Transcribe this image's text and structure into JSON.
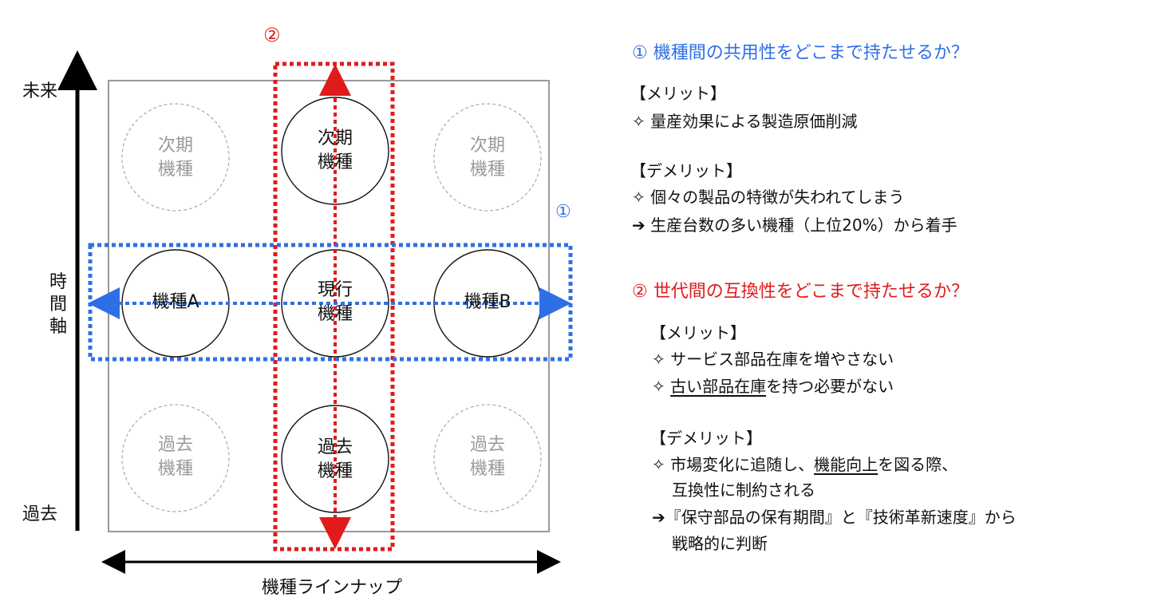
{
  "diagram": {
    "y_axis": {
      "top": "未来",
      "middle": "時間軸",
      "bottom": "過去"
    },
    "x_axis": {
      "label": "機種ラインナップ"
    },
    "markers": {
      "horizontal": "①",
      "vertical": "②"
    },
    "cells": {
      "top_left": "次期\n機種",
      "top_center": "次期\n機種",
      "top_right": "次期\n機種",
      "mid_left": "機種A",
      "mid_center": "現行\n機種",
      "mid_right": "機種B",
      "bot_left": "過去\n機種",
      "bot_center": "過去\n機種",
      "bot_right": "過去\n機種"
    },
    "colors": {
      "blue": "#2f6fe6",
      "red": "#e01b1b",
      "gray": "#9a9a9a"
    }
  },
  "notes": {
    "s1": {
      "title": "① 機種間の共用性をどこまで持たせるか？",
      "merit_head": "【メリット】",
      "merit_1": "✧ 量産効果による製造原価削減",
      "demerit_head": "【デメリット】",
      "demerit_1": "✧ 個々の製品の特徴が失われてしまう",
      "action": "➔ 生産台数の多い機種（上位20%）から着手"
    },
    "s2": {
      "title": "② 世代間の互換性をどこまで持たせるか？",
      "merit_head": "【メリット】",
      "merit_1": "✧ サービス部品在庫を増やさない",
      "merit_2_bullet": "✧ ",
      "merit_2_underlined": "古い部品在庫",
      "merit_2_rest": "を持つ必要がない",
      "demerit_head": "【デメリット】",
      "demerit_1_a": "✧ 市場変化に追随し、",
      "demerit_1_underlined": "機能向上",
      "demerit_1_b": "を図る際、",
      "demerit_1_line2": "互換性に制約される",
      "action_line1": "➔『保守部品の保有期間』と『技術革新速度』から",
      "action_line2": "戦略的に判断"
    }
  }
}
